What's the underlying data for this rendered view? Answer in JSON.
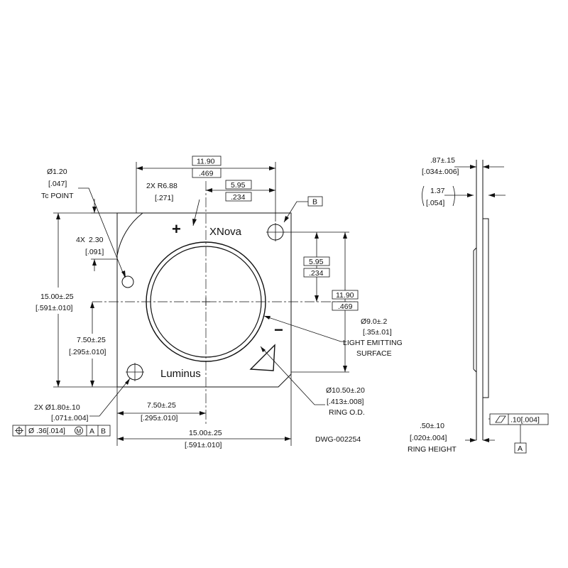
{
  "outline": {
    "brand_top": "XNova",
    "brand_bottom": "Luminus",
    "plus_mark": "+",
    "minus_mark": "−"
  },
  "top_dims": {
    "width_11_90": "11.90",
    "width_11_90_in": ".469",
    "width_5_95": "5.95",
    "width_5_95_in": ".234",
    "r_label": "2X R6.88",
    "r_label_in": "[.271]"
  },
  "tc_point": {
    "dia": "Ø1.20",
    "dia_in": "[.047]",
    "label": "Tc POINT"
  },
  "left_dims": {
    "corner_4x": "4X",
    "corner_val": "2.30",
    "corner_in": "[.091]",
    "height": "15.00±.25",
    "height_in": "[.591±.010]",
    "half_height": "7.50±.25",
    "half_height_in": "[.295±.010]"
  },
  "right_dims": {
    "h_5_95": "5.95",
    "h_5_95_in": ".234",
    "h_11_90": "11.90",
    "h_11_90_in": ".469",
    "les_dia": "Ø9.0±.2",
    "les_dia_in": "[.35±.01]",
    "les_label1": "LIGHT EMITTING",
    "les_label2": "SURFACE"
  },
  "datum_b": "B",
  "bottom_dims": {
    "holes": "2X Ø1.80±.10",
    "holes_in": "[.071±.004]",
    "half_width": "7.50±.25",
    "half_width_in": "[.295±.010]",
    "width": "15.00±.25",
    "width_in": "[.591±.010]",
    "ring_od": "Ø10.50±.20",
    "ring_od_in": "[.413±.008]",
    "ring_od_label": "RING O.D.",
    "drawing_no": "DWG-002254"
  },
  "fcf": {
    "symbol": "⌖",
    "value": "Ø .36[.014]",
    "modifier": "M",
    "datum_a": "A",
    "datum_b": "B"
  },
  "side_view": {
    "thk": ".87±.15",
    "thk_in": "[.034±.006]",
    "total": "1.37",
    "total_in": "[.054]",
    "ring_h": ".50±.10",
    "ring_h_in": "[.020±.004]",
    "ring_h_label": "RING HEIGHT",
    "flatness_val": ".10[.004]",
    "datum_a": "A"
  }
}
